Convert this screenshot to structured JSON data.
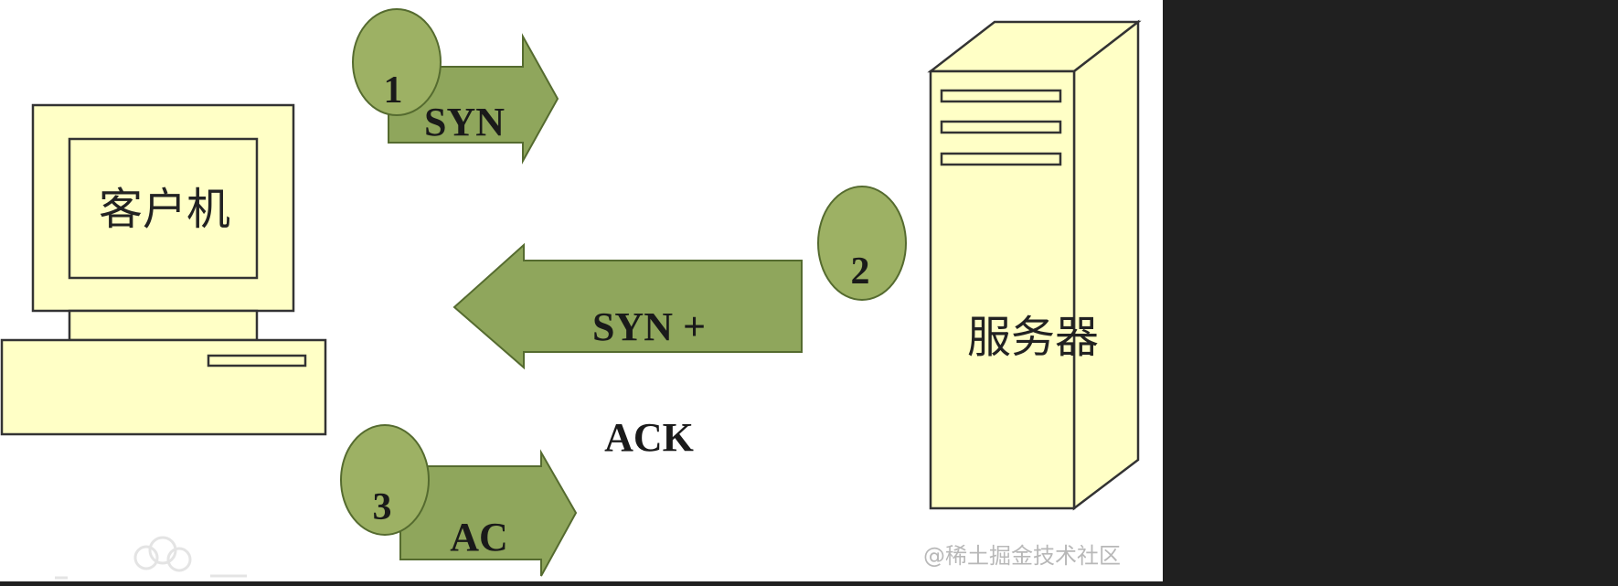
{
  "diagram": {
    "client_label": "客户机",
    "server_label": "服务器",
    "steps": [
      {
        "number": "1",
        "label": "SYN"
      },
      {
        "number": "2",
        "label": "SYN +",
        "label_line2": "ACK"
      },
      {
        "number": "3",
        "label": "AC"
      }
    ],
    "watermark": "@稀土掘金技术社区"
  },
  "colors": {
    "panel_bg": "#ffffff",
    "outer_bg": "#202020",
    "device_fill": "#ffffc6",
    "device_stroke": "#333333",
    "arrow_fill": "#8fa65c",
    "arrow_stroke": "#556b2f",
    "circle_fill": "#9db164"
  }
}
